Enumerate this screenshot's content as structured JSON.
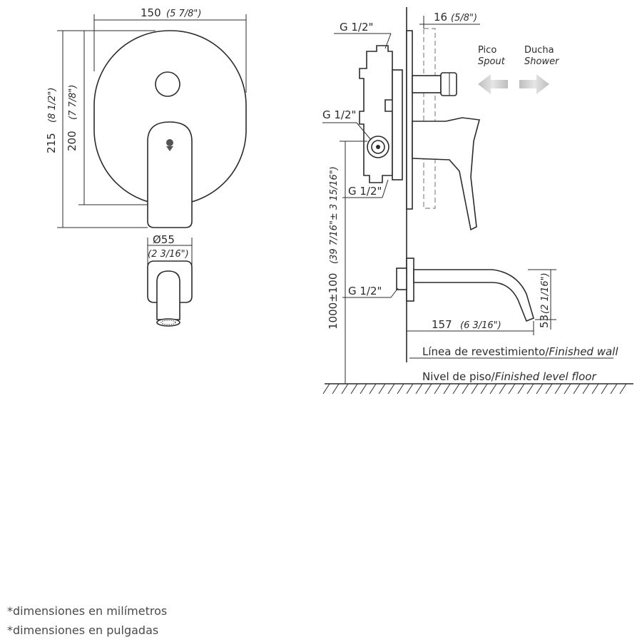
{
  "front_view": {
    "width_mm": "150",
    "width_in": "(5 7/8\")",
    "overall_height_mm": "215",
    "overall_height_in": "(8 1/2\")",
    "plate_height_mm": "200",
    "plate_height_in": "(7 7/8\")"
  },
  "spout_view": {
    "diameter_mm": "Ø55",
    "diameter_in": "(2 3/16\")"
  },
  "side_view": {
    "connection_top": "G 1/2\"",
    "connection_middle": "G 1/2\"",
    "connection_bottom": "G 1/2\"",
    "connection_spout": "G 1/2\"",
    "plate_depth_mm": "16",
    "plate_depth_in": "(5/8\")",
    "direction_left_es": "Pico",
    "direction_left_en": "Spout",
    "direction_right_es": "Ducha",
    "direction_right_en": "Shower",
    "mixer_height_mm": "1000±100",
    "mixer_height_in": "(39 7/16\"± 3 15/16\")",
    "spout_projection_mm": "157",
    "spout_projection_in": "(6 3/16\")",
    "spout_drop_mm": "53",
    "spout_drop_in": "(2 1/16\")",
    "finished_wall_es": "Línea de revestimiento/",
    "finished_wall_en": "Finished wall",
    "floor_es": "Nivel de piso/",
    "floor_en": "Finished level floor"
  },
  "notes": {
    "mm_note": "*dimensiones en milímetros",
    "in_note": "*dimensiones en pulgadas"
  }
}
